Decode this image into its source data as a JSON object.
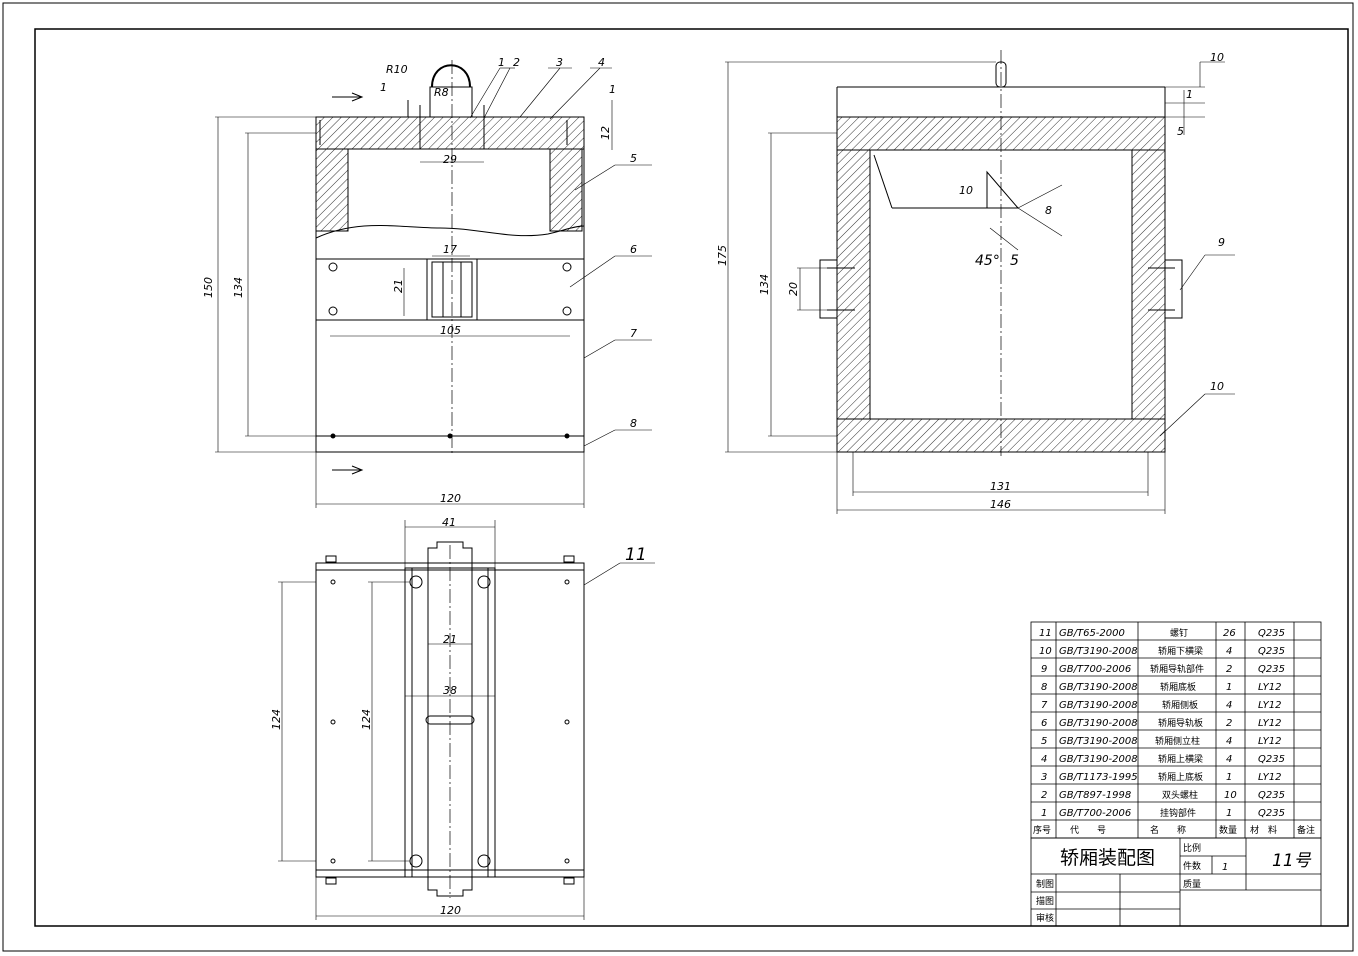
{
  "dimensions": {
    "front": [
      "R10",
      "R8",
      "29",
      "17",
      "21",
      "105",
      "120",
      "150",
      "134",
      "1",
      "12"
    ],
    "side": [
      "10",
      "1",
      "5",
      "175",
      "134",
      "20",
      "131",
      "146",
      "10",
      "45°",
      "5"
    ],
    "top": [
      "41",
      "21",
      "38",
      "124",
      "124",
      "120"
    ]
  },
  "callouts": [
    "1",
    "2",
    "3",
    "4",
    "5",
    "6",
    "7",
    "8",
    "9",
    "10",
    "11",
    "8",
    "1"
  ],
  "parts_table": {
    "rows": [
      {
        "no": "11",
        "code": "GB/T65-2000",
        "name": "螺钉",
        "qty": "26",
        "material": "Q235"
      },
      {
        "no": "10",
        "code": "GB/T3190-2008",
        "name": "轿厢下横梁",
        "qty": "4",
        "material": "Q235"
      },
      {
        "no": "9",
        "code": "GB/T700-2006",
        "name": "轿厢导轨部件",
        "qty": "2",
        "material": "Q235"
      },
      {
        "no": "8",
        "code": "GB/T3190-2008",
        "name": "轿厢底板",
        "qty": "1",
        "material": "LY12"
      },
      {
        "no": "7",
        "code": "GB/T3190-2008",
        "name": "轿厢侧板",
        "qty": "4",
        "material": "LY12"
      },
      {
        "no": "6",
        "code": "GB/T3190-2008",
        "name": "轿厢导轨板",
        "qty": "2",
        "material": "LY12"
      },
      {
        "no": "5",
        "code": "GB/T3190-2008",
        "name": "轿厢侧立柱",
        "qty": "4",
        "material": "LY12"
      },
      {
        "no": "4",
        "code": "GB/T3190-2008",
        "name": "轿厢上横梁",
        "qty": "4",
        "material": "Q235"
      },
      {
        "no": "3",
        "code": "GB/T1173-1995",
        "name": "轿厢上底板",
        "qty": "1",
        "material": "LY12"
      },
      {
        "no": "2",
        "code": "GB/T897-1998",
        "name": "双头螺柱",
        "qty": "10",
        "material": "Q235"
      },
      {
        "no": "1",
        "code": "GB/T700-2006",
        "name": "挂钩部件",
        "qty": "1",
        "material": "Q235"
      }
    ],
    "header": {
      "no": "序号",
      "code": "代　　号",
      "name": "名　　称",
      "qty": "数量",
      "material": "材　料",
      "remark": "备注"
    }
  },
  "title_block": {
    "title": "轿厢装配图",
    "scale_label": "比例",
    "count_label": "件数",
    "count_value": "1",
    "drawing_no": "11号",
    "drawn_label": "制图",
    "traced_label": "描图",
    "checked_label": "审核",
    "mass_label": "质量"
  }
}
